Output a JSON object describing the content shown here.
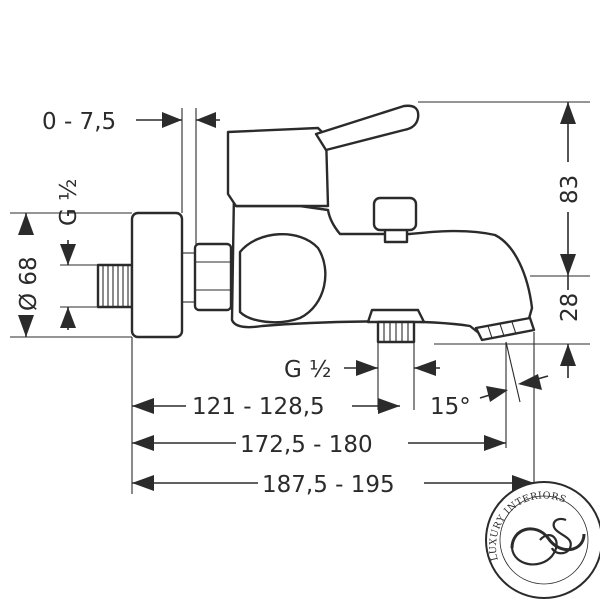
{
  "dimensions": {
    "offset": "0 - 7,5",
    "inlet_thread": "G ½",
    "diameter": "Ø 68",
    "height_top": "83",
    "height_spout": "28",
    "outlet_thread": "G ½",
    "outlet_pos": "121 - 128,5",
    "spout_mid": "172,5 - 180",
    "overall": "187,5 - 195",
    "angle": "15°"
  },
  "logo": {
    "text": "LUXURY INTERIORS"
  }
}
